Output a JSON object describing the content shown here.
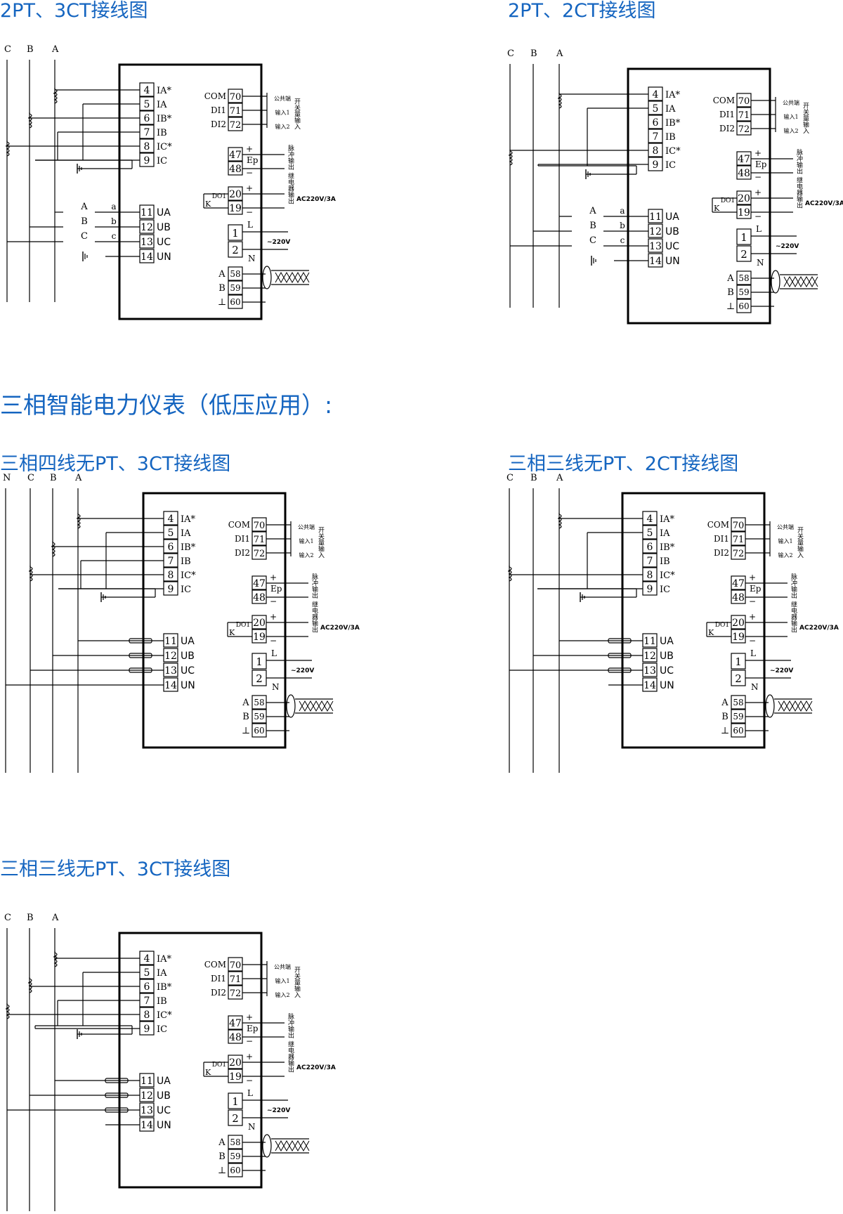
{
  "titles": {
    "d1": "2PT、3CT接线图",
    "d2": "2PT、2CT接线图",
    "section": "三相智能电力仪表（低压应用）:",
    "d3": "三相四线无PT、3CT接线图",
    "d4": "三相三线无PT、2CT接线图",
    "d5": "三相三线无PT、3CT接线图"
  },
  "colors": {
    "title": "#1565c0",
    "line": "#000000"
  },
  "diagram_labels": {
    "phase_c": "C",
    "phase_b": "B",
    "phase_a": "A",
    "phase_n": "N",
    "current_terms": [
      {
        "num": "4",
        "label": "IA*"
      },
      {
        "num": "5",
        "label": "IA"
      },
      {
        "num": "6",
        "label": "IB*"
      },
      {
        "num": "7",
        "label": "IB"
      },
      {
        "num": "8",
        "label": "IC*"
      },
      {
        "num": "9",
        "label": "IC"
      }
    ],
    "voltage_terms": [
      {
        "num": "11",
        "label": "UA"
      },
      {
        "num": "12",
        "label": "UB"
      },
      {
        "num": "13",
        "label": "UC"
      },
      {
        "num": "14",
        "label": "UN"
      }
    ],
    "di_terms": [
      {
        "num": "70",
        "label": "COM"
      },
      {
        "num": "71",
        "label": "DI1"
      },
      {
        "num": "72",
        "label": "DI2"
      }
    ],
    "di_side": [
      "公共端",
      "输入1",
      "输入2"
    ],
    "di_group": "开关量输入",
    "ep_terms": [
      "47",
      "48"
    ],
    "ep_label": "Ep",
    "ep_side": "脉冲输出",
    "relay_terms": [
      "20",
      "19"
    ],
    "relay_label": "DO1",
    "relay_k": "K",
    "relay_side": "继电器输出",
    "relay_rating": "AC220V/3A",
    "power_terms": [
      "1",
      "2"
    ],
    "power_l": "L",
    "power_n": "N",
    "power_rating": "~220V",
    "comm_terms": [
      {
        "num": "58",
        "label": "A"
      },
      {
        "num": "59",
        "label": "B"
      },
      {
        "num": "60",
        "label": "⊥"
      }
    ],
    "pt_labels": [
      "A",
      "B",
      "C"
    ],
    "pt_secondary": [
      "a",
      "b",
      "c"
    ],
    "plus": "+",
    "minus": "−"
  }
}
